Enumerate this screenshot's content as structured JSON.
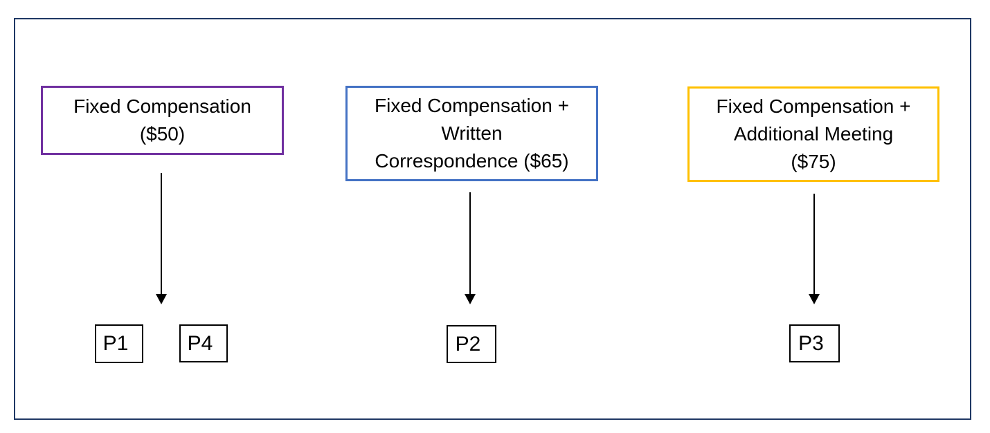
{
  "colors": {
    "frame_border": "#1F3864",
    "arm_fixed_border": "#7030A0",
    "arm_written_border": "#4472C4",
    "arm_meeting_border": "#FFC000",
    "connector": "#000000",
    "participant_border": "#000000",
    "background": "#FFFFFF"
  },
  "diagram": {
    "arms": [
      {
        "name": "fixed-compensation",
        "lines": [
          "Fixed Compensation",
          "($50)"
        ],
        "border_color": "#7030A0",
        "participants": [
          "P1",
          "P4"
        ]
      },
      {
        "name": "fixed-compensation-written-correspondence",
        "lines": [
          "Fixed Compensation +",
          "Written",
          "Correspondence ($65)"
        ],
        "border_color": "#4472C4",
        "participants": [
          "P2"
        ]
      },
      {
        "name": "fixed-compensation-additional-meeting",
        "lines": [
          "Fixed Compensation +",
          "Additional Meeting",
          "($75)"
        ],
        "border_color": "#FFC000",
        "participants": [
          "P3"
        ]
      }
    ]
  }
}
